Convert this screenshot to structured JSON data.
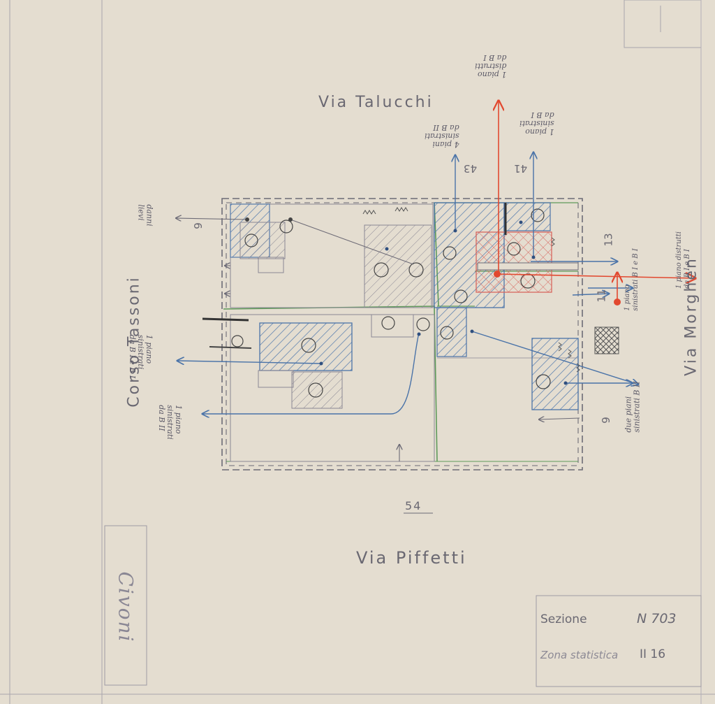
{
  "streets": {
    "north": "Via Talucchi",
    "south": "Via Piffetti",
    "west": "Corso Tassoni",
    "east": "Via Morghen"
  },
  "notes": {
    "north_left": "4 piani\nsinistrati\nda B II",
    "north_red": "1 piano\ndistrutti\nda B I",
    "north_right": "1 piano\nsinistrati\nda B I",
    "west_top": "danni\nlievi",
    "west_mid": "1 piano\nsinistrati\nda B I e B I",
    "west_low": "1 piano\nsinistrati\nda B II",
    "east_top": "1 piano\nsinistrati B I e B I",
    "east_red": "1 piano distrutti\nda B I e B I",
    "east_low": "due piani\nsinistrati B II"
  },
  "dimensions": {
    "north_left": "43",
    "north_right": "41",
    "east_top": "13",
    "east_mid": "11",
    "west": "6",
    "east_low": "6",
    "bottom": "54"
  },
  "title_block": {
    "sezione_label": "Sezione",
    "sezione_value": "N 703",
    "zona_label": "Zona statistica",
    "zona_value": "II 16"
  },
  "signature": "Civoni",
  "colors": {
    "paper": "#e4ddd0",
    "pencil": "#6d6b76",
    "blue": "#4a73a8",
    "red": "#e2482f",
    "green": "#5f9a5a"
  }
}
